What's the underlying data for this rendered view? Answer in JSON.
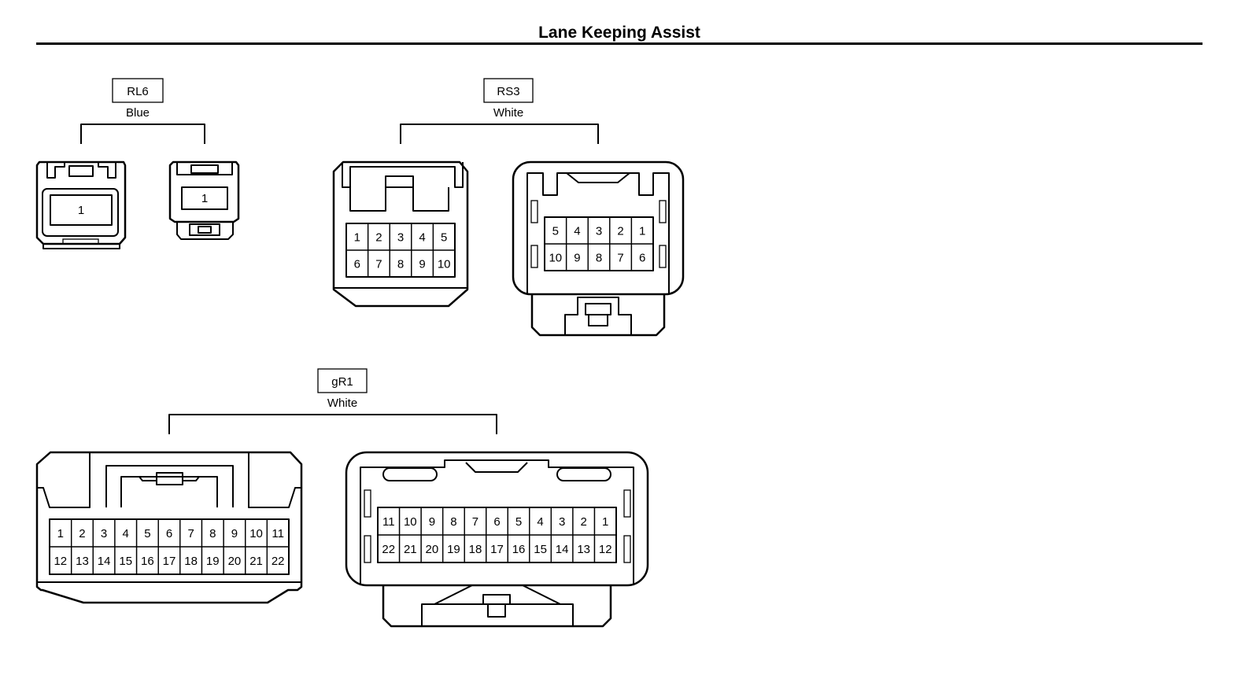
{
  "title": "Lane Keeping Assist",
  "connectors": [
    {
      "id": "RL6",
      "color": "Blue",
      "female": [
        [
          "1"
        ]
      ],
      "male": [
        [
          "1"
        ]
      ]
    },
    {
      "id": "RS3",
      "color": "White",
      "female": [
        [
          "1",
          "2",
          "3",
          "4",
          "5"
        ],
        [
          "6",
          "7",
          "8",
          "9",
          "10"
        ]
      ],
      "male": [
        [
          "5",
          "4",
          "3",
          "2",
          "1"
        ],
        [
          "10",
          "9",
          "8",
          "7",
          "6"
        ]
      ]
    },
    {
      "id": "gR1",
      "color": "White",
      "female": [
        [
          "1",
          "2",
          "3",
          "4",
          "5",
          "6",
          "7",
          "8",
          "9",
          "10",
          "11"
        ],
        [
          "12",
          "13",
          "14",
          "15",
          "16",
          "17",
          "18",
          "19",
          "20",
          "21",
          "22"
        ]
      ],
      "male": [
        [
          "11",
          "10",
          "9",
          "8",
          "7",
          "6",
          "5",
          "4",
          "3",
          "2",
          "1"
        ],
        [
          "22",
          "21",
          "20",
          "19",
          "18",
          "17",
          "16",
          "15",
          "14",
          "13",
          "12"
        ]
      ]
    }
  ]
}
